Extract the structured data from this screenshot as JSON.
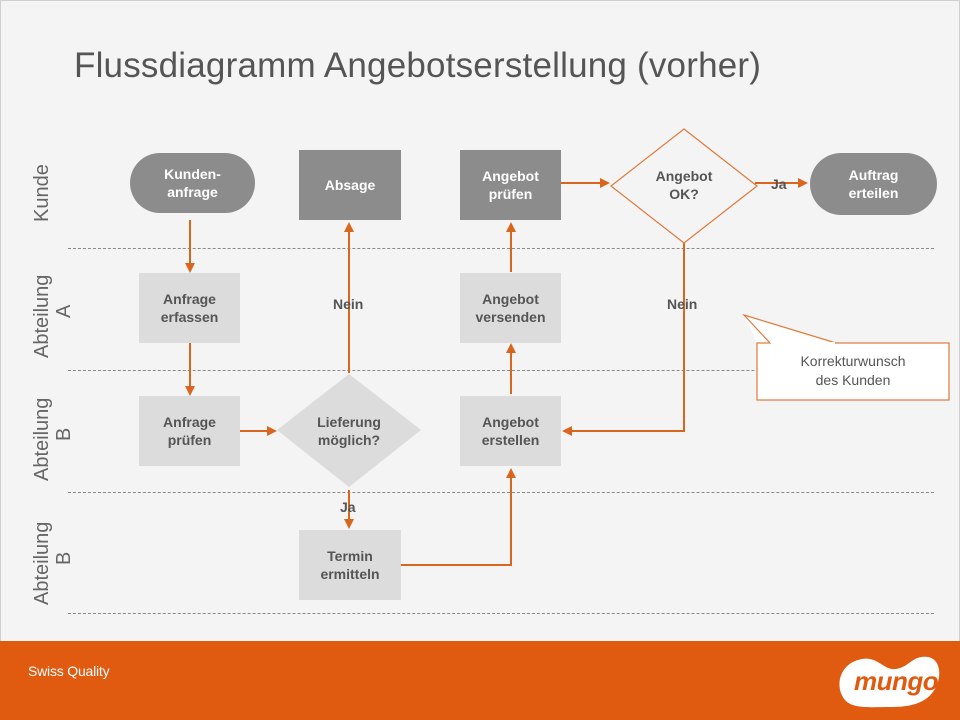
{
  "slide": {
    "title": "Flussdiagramm Angebotserstellung (vorher)"
  },
  "lanes": [
    {
      "line1": "Kunde",
      "line2": ""
    },
    {
      "line1": "Abteilung",
      "line2": "A"
    },
    {
      "line1": "Abteilung",
      "line2": "B"
    },
    {
      "line1": "Abteilung",
      "line2": "B"
    }
  ],
  "nodes": {
    "kundenanfrage": "Kunden-\nanfrage",
    "absage": "Absage",
    "angebot_pruefen": "Angebot\nprüfen",
    "angebot_ok": "Angebot\nOK?",
    "auftrag_erteilen": "Auftrag\nerteilen",
    "anfrage_erfassen": "Anfrage\nerfassen",
    "angebot_versenden": "Angebot\nversenden",
    "anfrage_pruefen": "Anfrage\nprüfen",
    "lieferung_moeglich": "Lieferung\nmöglich?",
    "angebot_erstellen": "Angebot\nerstellen",
    "termin_ermitteln": "Termin\nermitteln"
  },
  "edge_labels": {
    "ja_top": "Ja",
    "nein_left": "Nein",
    "nein_right": "Nein",
    "ja_bottom": "Ja"
  },
  "callout": {
    "text": "Korrekturwunsch\ndes Kunden"
  },
  "footer": {
    "swiss_quality": "Swiss Quality",
    "logo_text": "mungo"
  },
  "colors": {
    "accent": "#e05a10",
    "arrow": "#d9661e",
    "dark_node": "#8c8c8c",
    "light_node": "#dcdcdc",
    "text": "#555555"
  }
}
